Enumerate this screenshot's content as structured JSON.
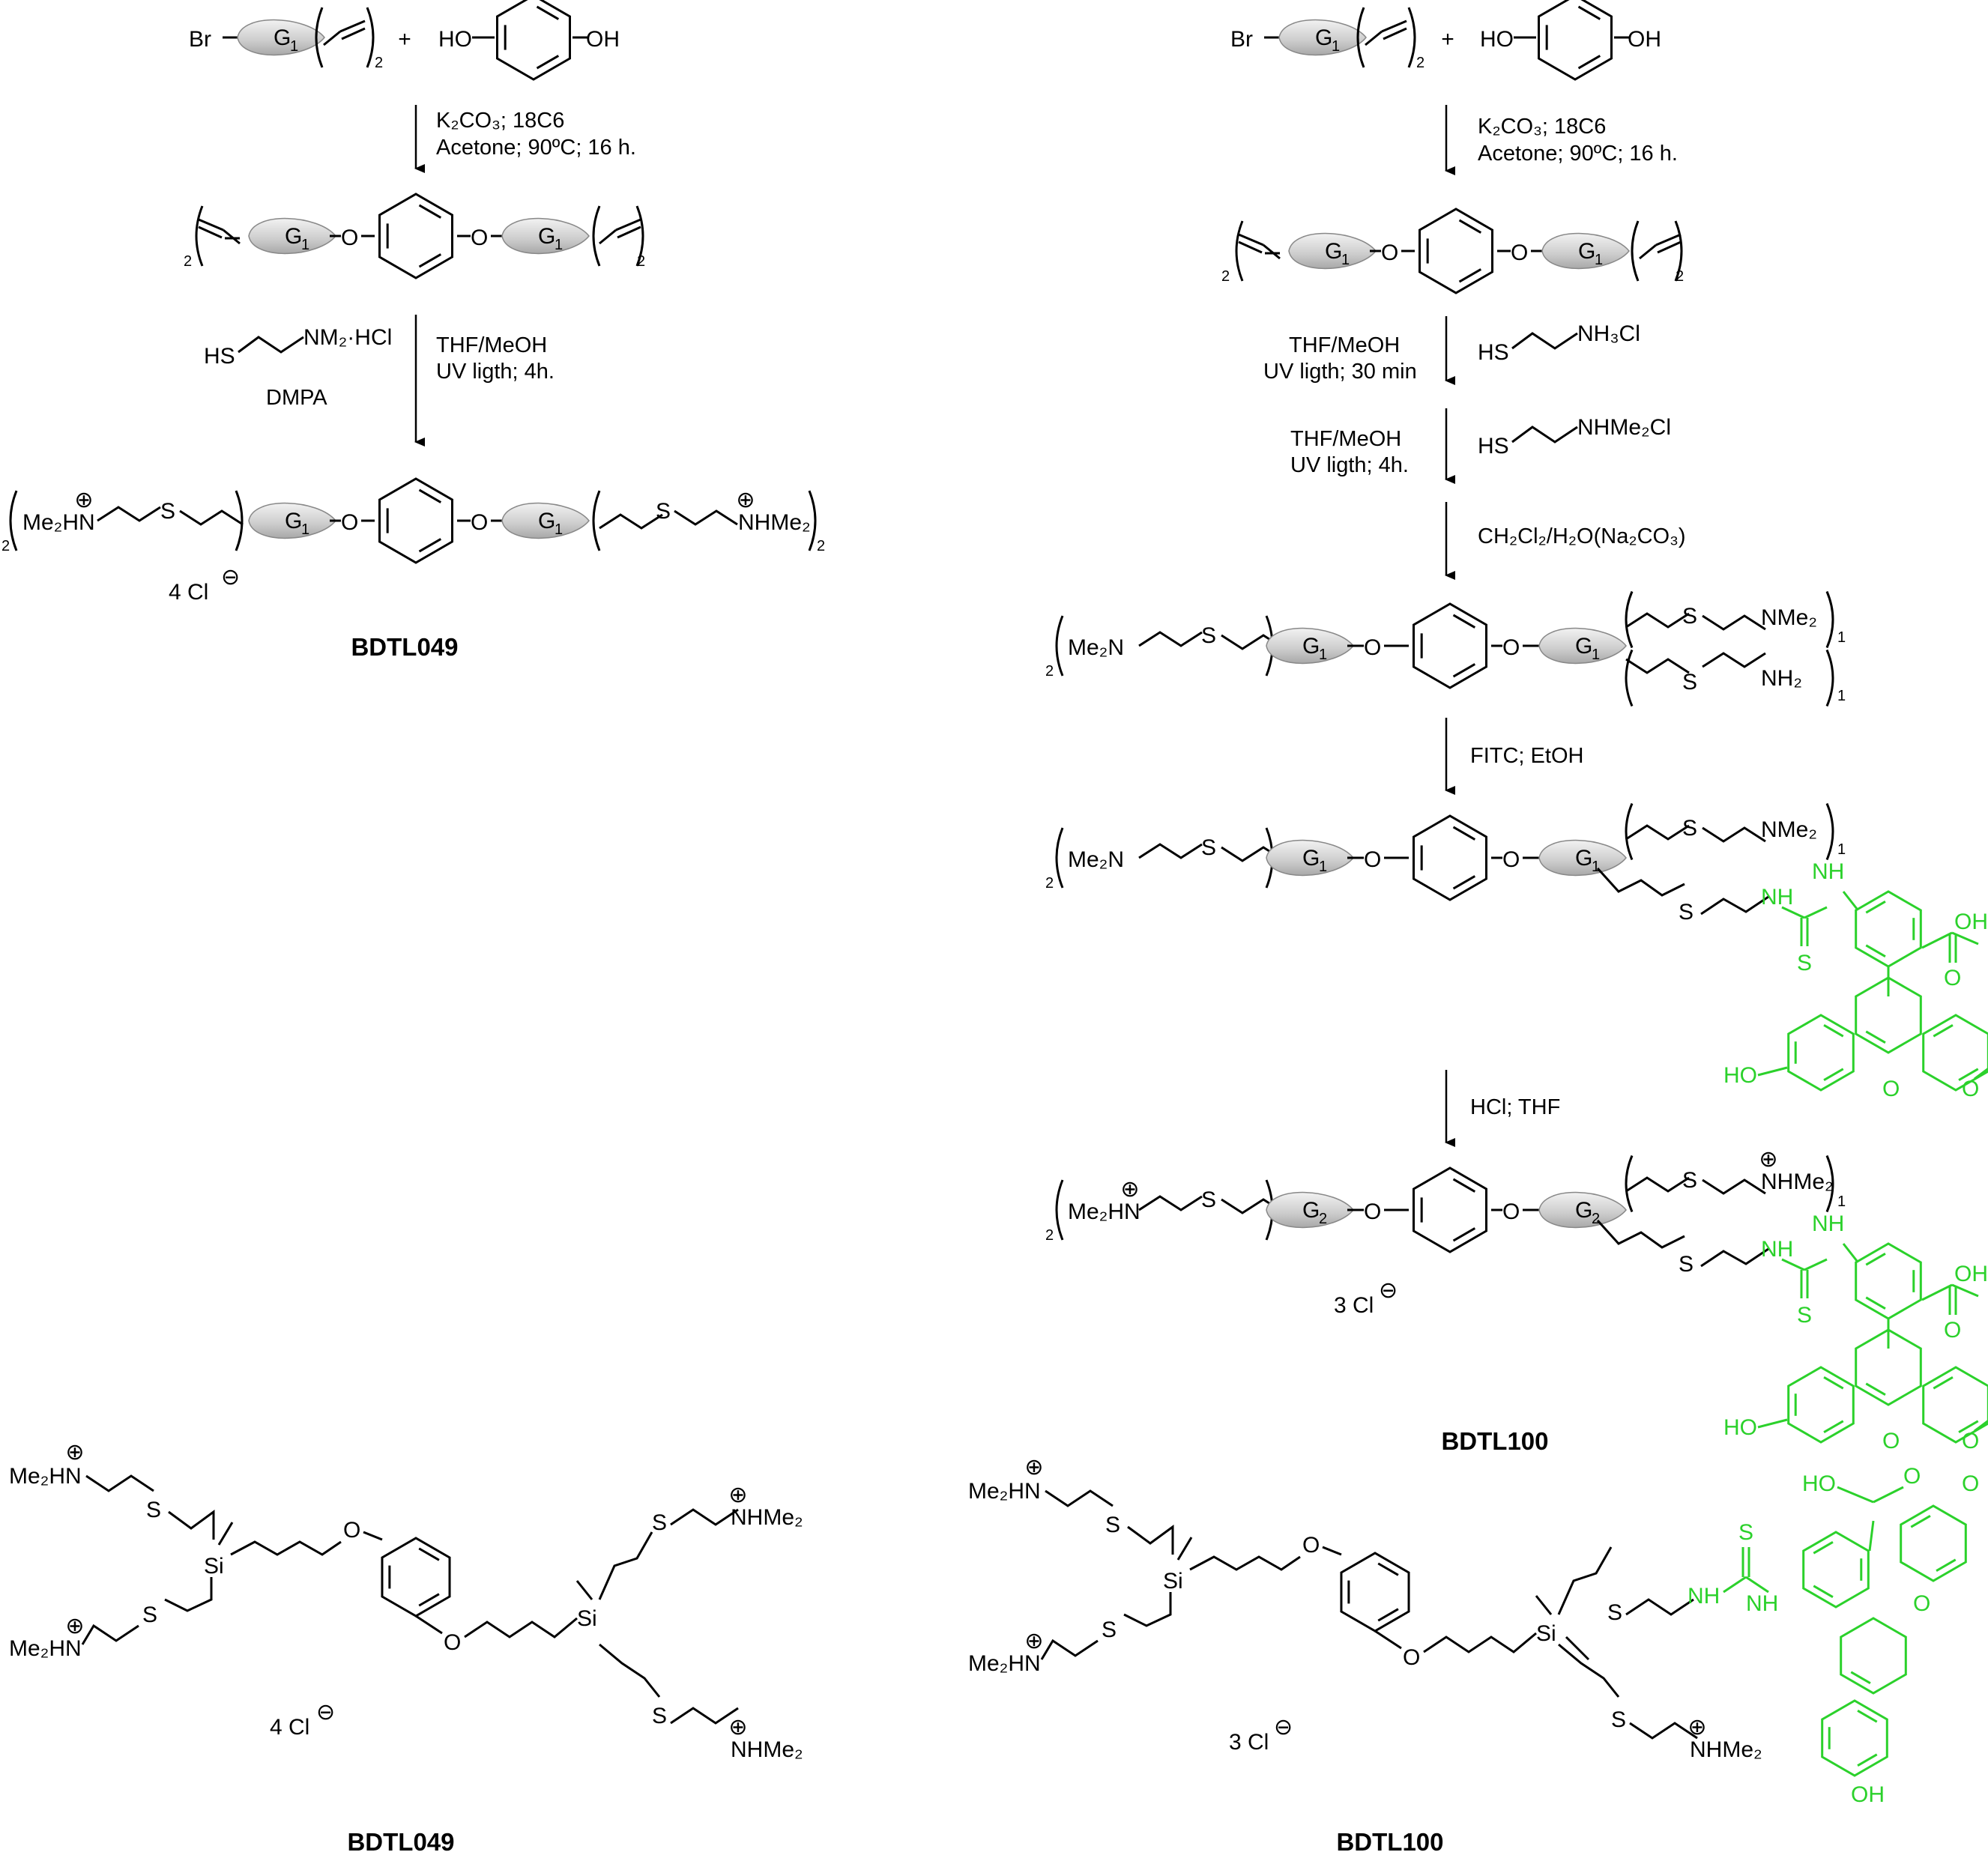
{
  "colors": {
    "ink": "#000000",
    "fluorescein": "#2bd12b",
    "dendron_fill": "#cccccc"
  },
  "atoms": {
    "Br": "Br",
    "O": "O",
    "OH": "OH",
    "HO": "HO",
    "HS": "HS",
    "S": "S",
    "Si": "Si",
    "NH": "NH",
    "Me2N": "Me₂N",
    "Me2HN": "Me₂HN",
    "NHMe2": "NHMe₂",
    "NMe2": "NMe₂",
    "NH2": "NH₂",
    "NH3Cl": "NH₃Cl",
    "NHMe2Cl": "NHMe₂Cl",
    "NM2HCl": "NM₂·HCl",
    "plus": "+",
    "cation": "⊕"
  },
  "subscripts": {
    "one": "1",
    "two": "2"
  },
  "dendrons": {
    "G1": "G",
    "G2": "G",
    "index1": "1",
    "index2": "2"
  },
  "conditions": {
    "k2co3": "K₂CO₃; 18C6",
    "acetone": "Acetone; 90ºC; 16 h.",
    "thf": "THF/MeOH",
    "uv4h": "UV ligth; 4h.",
    "uv30": "UV ligth; 30 min",
    "dmpa": "DMPA",
    "dcm": "CH₂Cl₂/H₂O(Na₂CO₃)",
    "fitc": "FITC; EtOH",
    "hcl": "HCl; THF"
  },
  "counterions": {
    "four": "4 Cl",
    "three": "3 Cl",
    "minus": "⊖"
  },
  "compounds": {
    "bdtl049": "BDTL049",
    "bdtl100": "BDTL100"
  }
}
